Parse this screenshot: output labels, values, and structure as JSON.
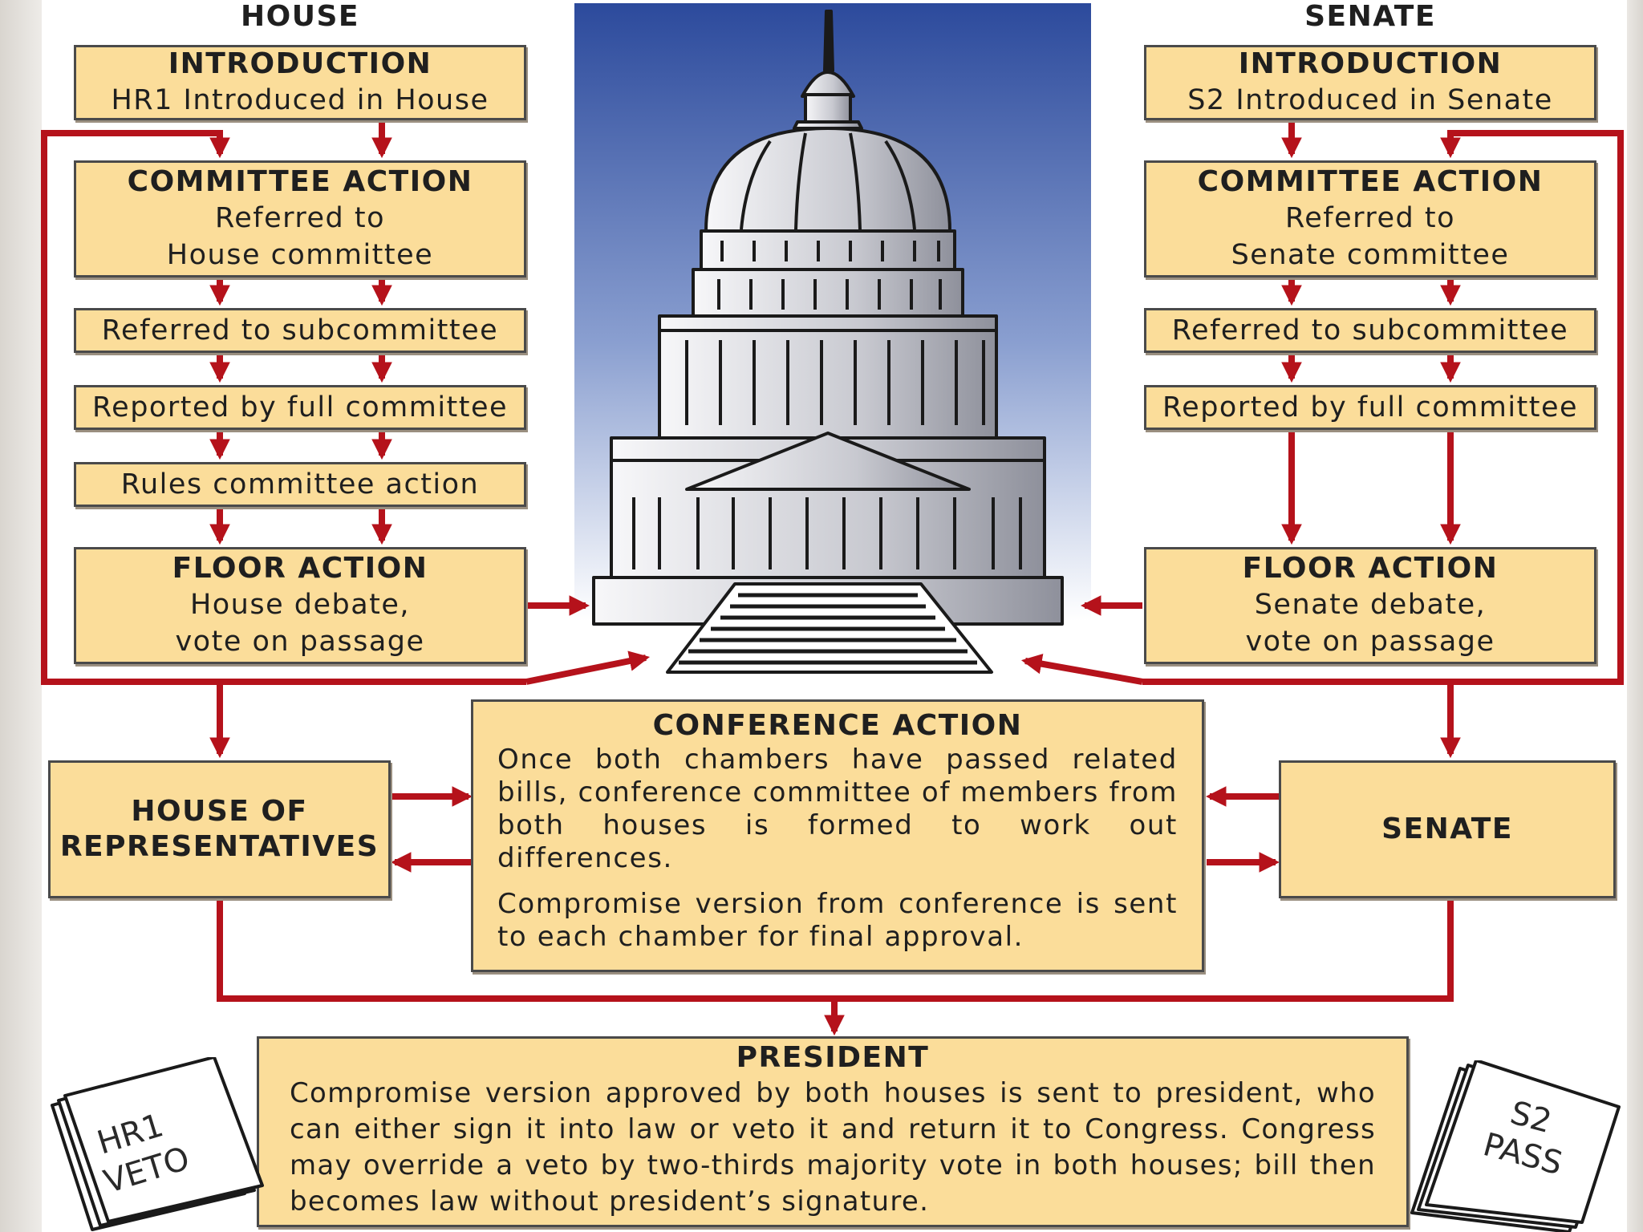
{
  "house": {
    "column_title": "HOUSE",
    "introduction": {
      "heading": "INTRODUCTION",
      "text": "HR1 Introduced in House"
    },
    "committee_action": {
      "heading": "COMMITTEE ACTION",
      "line1": "Referred to",
      "line2": "House committee"
    },
    "subcommittee": "Referred to subcommittee",
    "full_committee": "Reported by full committee",
    "rules_committee": "Rules committee action",
    "floor_action": {
      "heading": "FLOOR ACTION",
      "line1": "House debate,",
      "line2": "vote on passage"
    },
    "chamber": {
      "line1": "HOUSE OF",
      "line2": "REPRESENTATIVES"
    }
  },
  "senate": {
    "column_title": "SENATE",
    "introduction": {
      "heading": "INTRODUCTION",
      "text": "S2 Introduced in Senate"
    },
    "committee_action": {
      "heading": "COMMITTEE ACTION",
      "line1": "Referred to",
      "line2": "Senate committee"
    },
    "subcommittee": "Referred to subcommittee",
    "full_committee": "Reported by full committee",
    "floor_action": {
      "heading": "FLOOR ACTION",
      "line1": "Senate debate,",
      "line2": "vote on passage"
    },
    "chamber": "SENATE"
  },
  "conference": {
    "heading": "CONFERENCE ACTION",
    "paragraph1": "Once both chambers have passed related bills, conference committee of members from both houses is formed to work out differences.",
    "paragraph2": "Compromise version from conference is sent to each chamber for final approval."
  },
  "president": {
    "heading": "PRESIDENT",
    "text": "Compromise version approved by both houses is sent to president, who can either sign it into law or veto it and return it to Congress. Congress may override a veto by two-thirds majority vote in both houses; bill then becomes law without president’s signature."
  },
  "documents": {
    "left": {
      "line1": "HR1",
      "line2": "VETO"
    },
    "right": {
      "line1": "S2",
      "line2": "PASS"
    }
  },
  "colors": {
    "box_fill": "#fbdd9a",
    "arrow": "#b5121b",
    "sky_top": "#2c4a9c",
    "sky_bottom": "#ffffff"
  }
}
